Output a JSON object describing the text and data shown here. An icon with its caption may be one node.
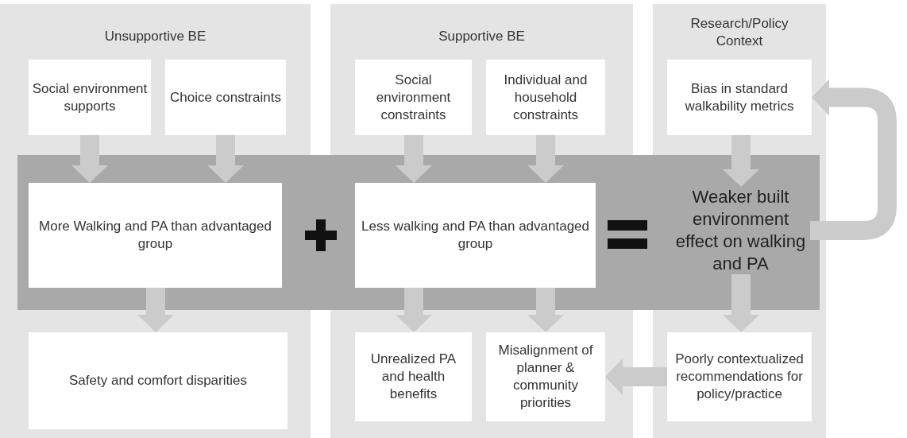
{
  "diagram": {
    "nodes": [
      {
        "text": [
          "Unsupportive BE"
        ]
      },
      {
        "text": [
          "Social environment supports"
        ],
        "in": 0
      },
      {
        "text": [
          "Choice constraints"
        ],
        "in": 0
      },
      {
        "text": [
          "More Walking and PA than advantaged group"
        ],
        "in": 0
      },
      {
        "text": [
          "Safety and comfort disparities"
        ],
        "in": 0
      },
      {
        "text": [
          "Supportive BE"
        ]
      },
      {
        "text": [
          "Social environment constraints"
        ],
        "in": 5
      },
      {
        "text": [
          "Individual and household constraints"
        ],
        "in": 5
      },
      {
        "text": [
          "Less walking and PA than advantaged group"
        ],
        "in": 5
      },
      {
        "text": [
          "Unrealized PA and health benefits"
        ],
        "in": 5
      },
      {
        "text": [
          "Misalignment of planner & community priorities"
        ],
        "in": 5
      },
      {
        "text": [
          "Research/Policy Context"
        ]
      },
      {
        "text": [
          "Bias in standard walkability metrics"
        ],
        "in": 11
      },
      {
        "text": [
          "Weaker built environment effect on walking and PA"
        ],
        "in": 11
      },
      {
        "text": [
          "Poorly contextualized recommendations for policy/practice"
        ],
        "in": 11
      }
    ],
    "edges": [
      {
        "from": 1,
        "to": 3,
        "arrow": "to"
      },
      {
        "from": 2,
        "to": 3,
        "arrow": "to"
      },
      {
        "from": 3,
        "to": 4,
        "arrow": "to"
      },
      {
        "from": 6,
        "to": 8,
        "arrow": "to"
      },
      {
        "from": 7,
        "to": 8,
        "arrow": "to"
      },
      {
        "from": 8,
        "to": 9,
        "arrow": "to"
      },
      {
        "from": 8,
        "to": 10,
        "arrow": "to"
      },
      {
        "from": 12,
        "to": 13,
        "arrow": "to"
      },
      {
        "from": 13,
        "to": 14,
        "arrow": "to"
      },
      {
        "from": 14,
        "to": 10,
        "arrow": "to"
      },
      {
        "from": 13,
        "to": 12,
        "arrow": "to"
      }
    ]
  }
}
